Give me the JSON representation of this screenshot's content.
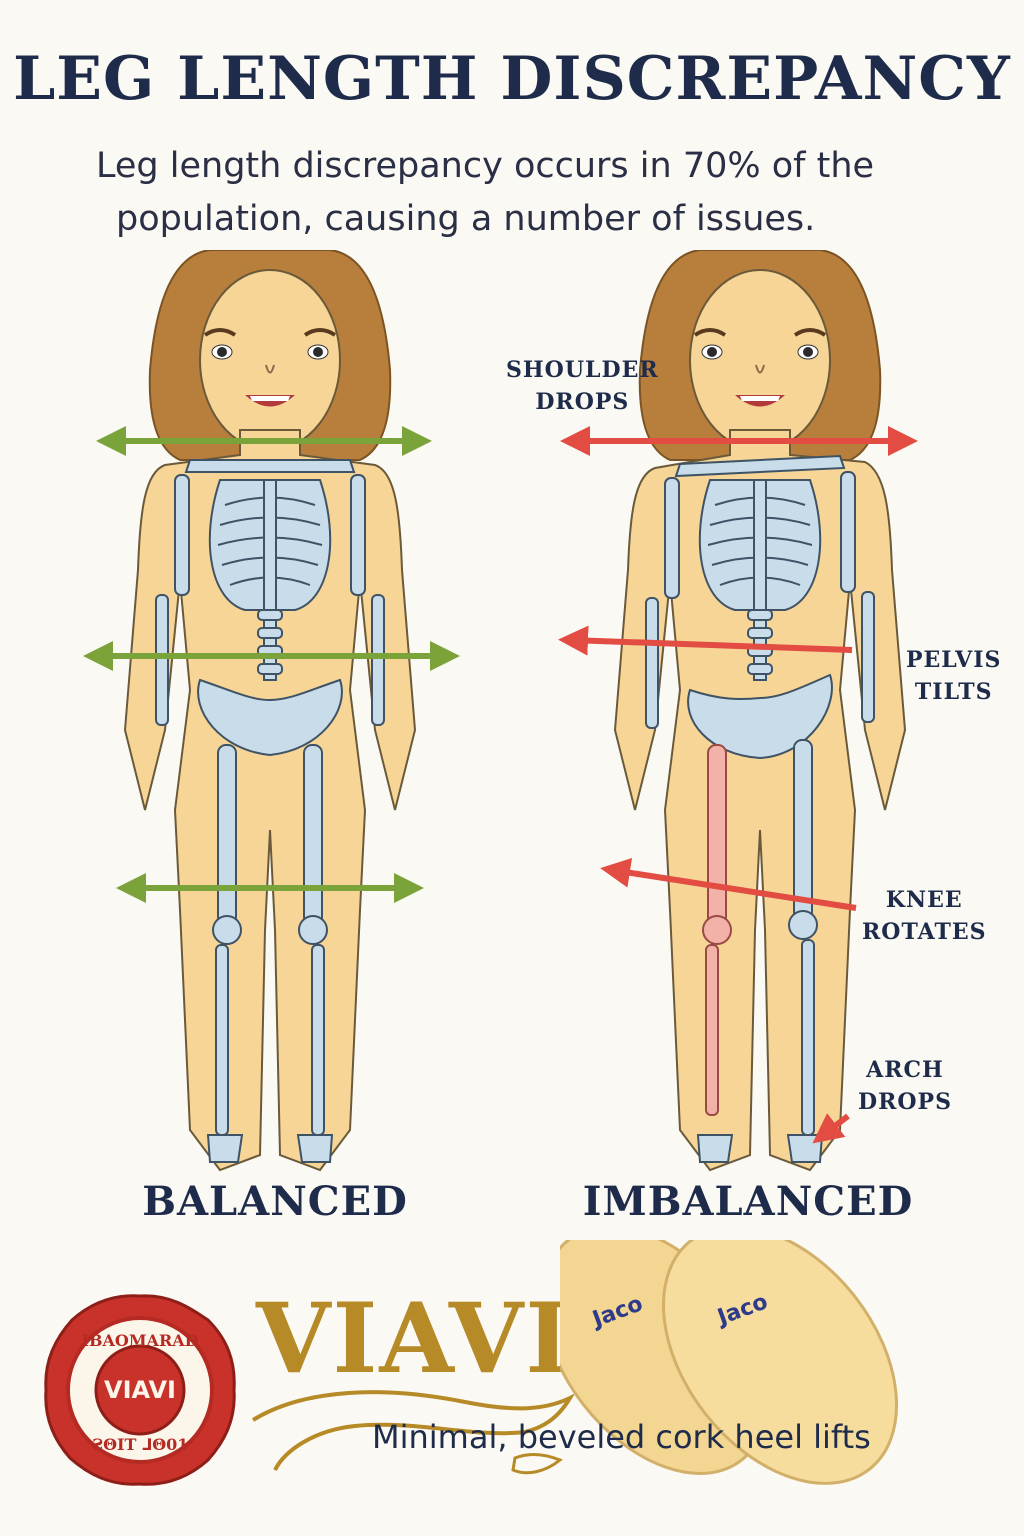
{
  "header": {
    "title": "LEG LENGTH DISCREPANCY",
    "subtitle_line1": "Leg length discrepancy occurs in 70% of the",
    "subtitle_line2": "population, causing a number of issues."
  },
  "figures": {
    "left_label": "BALANCED",
    "right_label": "IMBALANCED"
  },
  "callouts": {
    "shoulder": [
      "SHOULDER",
      "DROPS"
    ],
    "pelvis": [
      "PELVIS",
      "TILTS"
    ],
    "knee": [
      "KNEE",
      "ROTATES"
    ],
    "arch": [
      "ARCH",
      "DROPS"
    ]
  },
  "colors": {
    "balanced_arrow": "#7aa33a",
    "imbalanced_arrow": "#e24c42",
    "skin": "#f6d597",
    "bone": "#c9dcea",
    "hair": "#b77e3c",
    "highlight_bone": "#f2b2a8"
  },
  "brand": {
    "seal_top_text": "IBAOMARAD",
    "seal_center_text": "VIAVI",
    "seal_bottom_text": "ƧΘIT ⅃Θ01",
    "wordmark": "VIAVI",
    "lift_brand_1": "Jaco",
    "lift_brand_2": "Jaco",
    "tagline": "Minimal, beveled cork heel lifts"
  }
}
